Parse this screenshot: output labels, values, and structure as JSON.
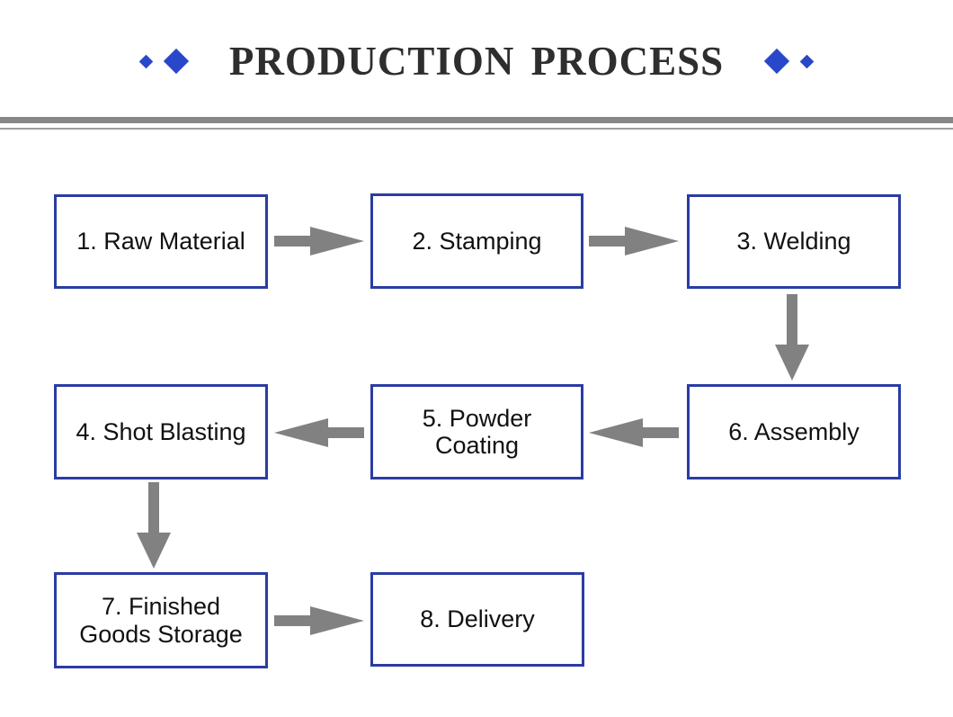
{
  "title": "PRODUCTION PROCESS",
  "steps": [
    "1. Raw Material",
    "2. Stamping",
    "3. Welding",
    "4. Shot Blasting",
    "5. Powder\nCoating",
    "6. Assembly",
    "7. Finished\nGoods Storage",
    "8. Delivery"
  ],
  "flow": [
    {
      "from": "1. Raw Material",
      "to": "2. Stamping",
      "direction": "right"
    },
    {
      "from": "2. Stamping",
      "to": "3. Welding",
      "direction": "right"
    },
    {
      "from": "3. Welding",
      "to": "6. Assembly",
      "direction": "down"
    },
    {
      "from": "6. Assembly",
      "to": "5. Powder Coating",
      "direction": "left"
    },
    {
      "from": "5. Powder Coating",
      "to": "4. Shot Blasting",
      "direction": "left"
    },
    {
      "from": "4. Shot Blasting",
      "to": "7. Finished Goods Storage",
      "direction": "down"
    },
    {
      "from": "7. Finished Goods Storage",
      "to": "8. Delivery",
      "direction": "right"
    }
  ],
  "colors": {
    "accent_blue": "#2947c9",
    "box_border": "#2b3ca2",
    "arrow_gray": "#818181",
    "title_text": "#2e2e2e",
    "rule_gray": "#878787"
  }
}
